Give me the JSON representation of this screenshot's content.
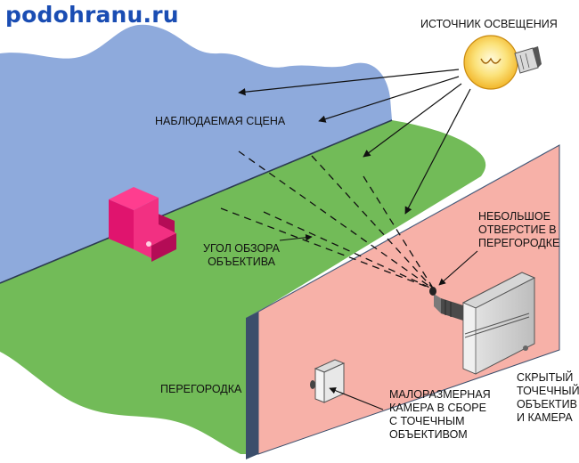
{
  "brand": "podohranu.ru",
  "labels": {
    "light_source": "ИСТОЧНИК ОСВЕЩЕНИЯ",
    "observed_scene": "НАБЛЮДАЕМАЯ СЦЕНА",
    "view_angle": [
      "УГОЛ ОБЗОРА",
      "ОБЪЕКТИВА"
    ],
    "small_hole": [
      "НЕБОЛЬШОЕ",
      "ОТВЕРСТИЕ В",
      "ПЕРЕГОРОДКЕ"
    ],
    "partition": "ПЕРЕГОРОДКА",
    "mini_camera": [
      "МАЛОРАЗМЕРНАЯ",
      "КАМЕРА В СБОРЕ",
      "С ТОЧЕЧНЫМ",
      "ОБЪЕКТИВОМ"
    ],
    "hidden_lens": [
      "СКРЫТЫЙ",
      "ТОЧЕЧНЫЙ",
      "ОБЪЕКТИВ",
      "И КАМЕРА"
    ]
  },
  "colors": {
    "wall": "#8eaadc",
    "floor": "#72bb58",
    "partition_face": "#f7b1a8",
    "partition_edge": "#3b4e6b",
    "chair": "#e0146e",
    "bulb": "#f7d75a",
    "text": "#111111",
    "brand": "#1a4db3"
  }
}
